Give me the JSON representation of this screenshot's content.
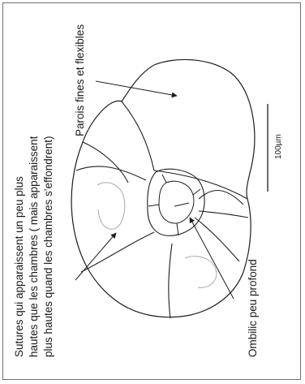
{
  "labels": {
    "sutures_line1": "Sutures qui apparaissent un peu plus",
    "sutures_line2": "hautes que les chambres ( mais apparaissent",
    "sutures_line3": "plus hautes quand les chambres s'effondrent)",
    "walls": "Parois fines et flexibles",
    "umbilicus": "Ombilic peu profond",
    "scale": "100µm"
  },
  "colors": {
    "outline": "#1e1e1e",
    "relief": "#a8a8a8",
    "frame": "#6f6f6f"
  }
}
